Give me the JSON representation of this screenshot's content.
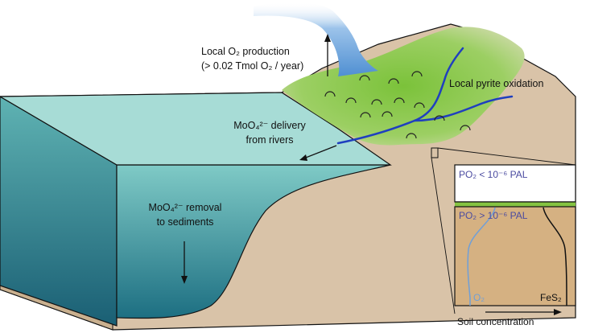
{
  "labels": {
    "o2_production": {
      "line1": "Local O₂ production",
      "line2": "(> 0.02 Tmol O₂ / year)"
    },
    "pyrite_oxidation": "Local pyrite oxidation",
    "delivery": {
      "line1": "MoO₄²⁻ delivery",
      "line2": "from rivers"
    },
    "removal": {
      "line1": "MoO₄²⁻ removal",
      "line2": "to sediments"
    }
  },
  "inset": {
    "po2_low": "PO₂ < 10⁻⁶ PAL",
    "po2_high": "PO₂ > 10⁻⁶ PAL",
    "o2_curve": "O₂",
    "fes2_curve": "FeS₂",
    "x_axis": "Soil concentration"
  },
  "colors": {
    "ocean_top": "#a7dcd6",
    "ocean_front_top": "#7fcac6",
    "ocean_front_bottom": "#1d6f82",
    "land": "#d9c3a8",
    "land_dark": "#c9b08f",
    "vegetation": "#84c341",
    "river": "#1f3fbf",
    "o2_plume": "#5b9bd8",
    "o2_curve": "#6f9fd8",
    "fes2_curve": "#111111",
    "po2_text": "#4b4ba0"
  }
}
